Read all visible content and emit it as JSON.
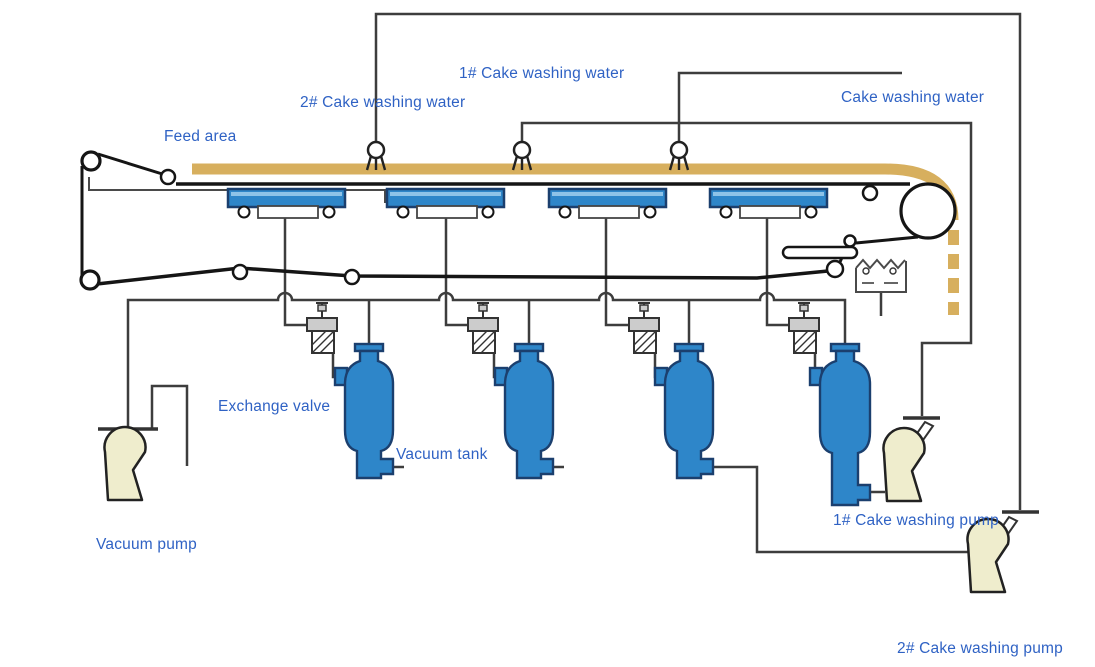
{
  "labels": {
    "feed_area": "Feed area",
    "wash_water_2": "2# Cake washing water",
    "wash_water_1": "1# Cake washing water",
    "wash_water": "Cake washing water",
    "exchange_valve": "Exchange valve",
    "vacuum_tank": "Vacuum tank",
    "vacuum_pump": "Vacuum pump",
    "wash_pump_1": "1# Cake washing pump",
    "wash_pump_2": "2# Cake washing pump"
  },
  "colors": {
    "background": "#ffffff",
    "label_text": "#2f62c4",
    "equipment_blue": "#2e86c9",
    "equipment_blue_dark": "#1b3f6e",
    "equipment_blue_light": "#8ec3e8",
    "cake_tan": "#d7af5e",
    "pump_cream": "#efedcd",
    "pipe_gray": "#3d3d3d",
    "belt_black": "#151515",
    "valve_gray": "#cccccc"
  }
}
